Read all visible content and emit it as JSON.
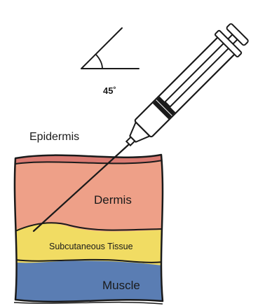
{
  "angle": {
    "label": "45˚"
  },
  "layers": [
    {
      "key": "epidermis",
      "label": "Epidermis",
      "color": "#d97a72"
    },
    {
      "key": "dermis",
      "label": "Dermis",
      "color": "#eea088"
    },
    {
      "key": "subcutaneous",
      "label": "Subcutaneous Tissue",
      "color": "#f1dc63"
    },
    {
      "key": "muscle",
      "label": "Muscle",
      "color": "#5a7db3"
    }
  ],
  "colors": {
    "outline": "#1a1a1a",
    "syringe_fill": "#ffffff"
  }
}
